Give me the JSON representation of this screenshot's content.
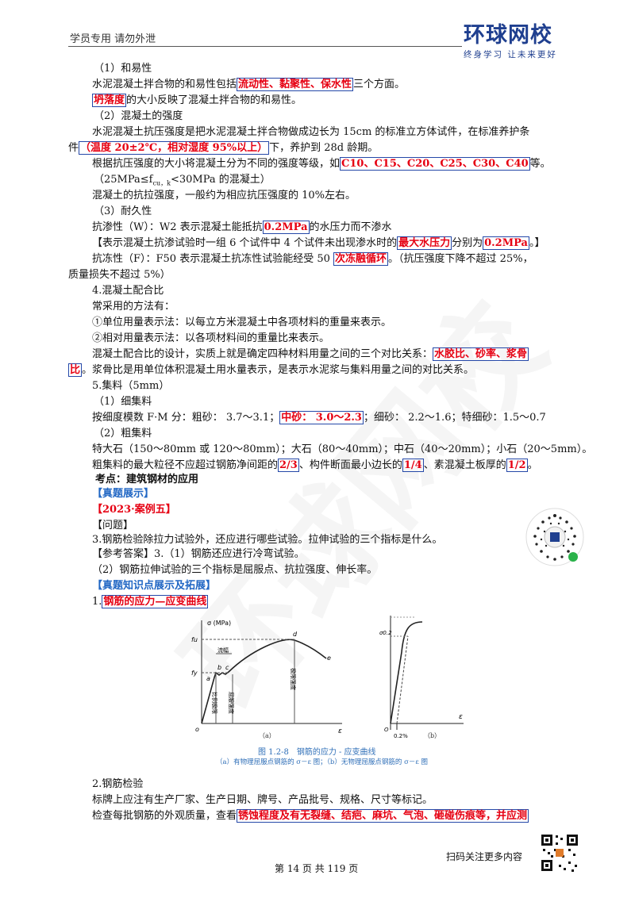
{
  "header": {
    "left_text": "学员专用 请勿外泄",
    "logo_text": "环球网校",
    "logo_slogan": "终身学习 让未来更好"
  },
  "lines": [
    {
      "segs": [
        {
          "t": "（1）和易性"
        }
      ]
    },
    {
      "segs": [
        {
          "t": "水泥混凝土拌合物的和易性包括"
        },
        {
          "t": "流动性、黏聚性、保水性",
          "s": "hl"
        },
        {
          "t": "三个方面。"
        }
      ]
    },
    {
      "segs": [
        {
          "t": "坍落度",
          "s": "hl"
        },
        {
          "t": "的大小反映了混凝土拌合物的和易性。"
        }
      ]
    },
    {
      "segs": [
        {
          "t": "（2）混凝土的强度"
        }
      ]
    },
    {
      "segs": [
        {
          "t": "水泥混凝土抗压强度是把水泥混凝土拌合物做成边长为 15cm 的标准立方体试件，在标准养护条"
        }
      ]
    },
    {
      "segs": [
        {
          "t": "件"
        },
        {
          "t": "（温度 20±2℃，相对湿度 95%以上）",
          "s": "hl"
        },
        {
          "t": "下，养护到 28d 龄期。"
        }
      ]
    },
    {
      "segs": [
        {
          "t": "根据抗压强度的大小将混凝土分为不同的强度等级，如"
        },
        {
          "t": "C10、C15、C20、C25、C30、C40",
          "s": "hl"
        },
        {
          "t": "等。"
        }
      ]
    },
    {
      "segs": [
        {
          "t": "（25MPa≤f"
        },
        {
          "t": "cu，k",
          "s": "sub"
        },
        {
          "t": "<30MPa 的混凝土）"
        }
      ]
    },
    {
      "segs": [
        {
          "t": "混凝土的抗拉强度，一般约为相应抗压强度的 10%左右。"
        }
      ]
    },
    {
      "segs": [
        {
          "t": "（3）耐久性"
        }
      ]
    },
    {
      "segs": [
        {
          "t": "抗渗性（W）：W2 表示混凝土能抵抗"
        },
        {
          "t": "0.2MPa",
          "s": "hl"
        },
        {
          "t": "的水压力而不渗水"
        }
      ]
    },
    {
      "segs": [
        {
          "t": "【表示混凝土抗渗试验时一组 6 个试件中 4 个试件未出现渗水时的"
        },
        {
          "t": "最大水压力",
          "s": "hl"
        },
        {
          "t": "分别为"
        },
        {
          "t": "0.2MPa",
          "s": "hl"
        },
        {
          "t": "。】"
        }
      ]
    },
    {
      "segs": [
        {
          "t": "抗冻性（F）：F50 表示混凝土抗冻性试验能经受 50 "
        },
        {
          "t": "次冻融循环",
          "s": "hl"
        },
        {
          "t": "。（抗压强度下降不超过 25%，"
        }
      ]
    },
    {
      "segs": [
        {
          "t": "质量损失不超过 5%）"
        }
      ]
    },
    {
      "segs": [
        {
          "t": "4.混凝土配合比"
        }
      ]
    },
    {
      "segs": [
        {
          "t": "常采用的方法有："
        }
      ]
    },
    {
      "segs": [
        {
          "t": "①单位用量表示法：以每立方米混凝土中各项材料的重量来表示。"
        }
      ]
    },
    {
      "segs": [
        {
          "t": "②相对用量表示法：以各项材料间的重量比来表示。"
        }
      ]
    },
    {
      "segs": [
        {
          "t": "混凝土配合比的设计，实质上就是确定四种材料用量之间的三个对比关系："
        },
        {
          "t": "水胶比、砂率、浆骨",
          "s": "hl"
        }
      ]
    },
    {
      "segs": [
        {
          "t": "比",
          "s": "hl"
        },
        {
          "t": "。浆骨比是用单位体积混凝土用水量表示，是表示水泥浆与集料用量之间的对比关系。"
        }
      ]
    },
    {
      "segs": [
        {
          "t": "5.集料（5mm）"
        }
      ]
    },
    {
      "segs": [
        {
          "t": "（1）细集料"
        }
      ]
    },
    {
      "segs": [
        {
          "t": "按细度模数 F·M 分：粗砂：  3.7～3.1；"
        },
        {
          "t": "中砂：  3.0～2.3",
          "s": "hl"
        },
        {
          "t": "；细砂：  2.2～1.6；特细砂：1.5～0.7"
        }
      ]
    },
    {
      "segs": [
        {
          "t": "（2）粗集料"
        }
      ]
    },
    {
      "segs": [
        {
          "t": "特大石（150～80mm 或 120～80mm）；大石（80～40mm）；中石（40～20mm）；小石（20～5mm）。"
        }
      ]
    },
    {
      "segs": [
        {
          "t": "粗集料的最大粒径不应超过钢筋净间距的"
        },
        {
          "t": "2/3",
          "s": "hl"
        },
        {
          "t": "、构件断面最小边长的"
        },
        {
          "t": "1/4",
          "s": "hl"
        },
        {
          "t": "、素混凝土板厚的"
        },
        {
          "t": "1/2",
          "s": "hl"
        },
        {
          "t": "。"
        }
      ]
    },
    {
      "segs": [
        {
          "t": "考点：建筑钢材的应用",
          "s": "bold"
        }
      ]
    },
    {
      "segs": [
        {
          "t": "【真题展示】",
          "s": "blue"
        }
      ]
    },
    {
      "segs": [
        {
          "t": "【2023·案例五】",
          "s": "red"
        }
      ]
    },
    {
      "segs": [
        {
          "t": "【问题】"
        }
      ]
    },
    {
      "segs": [
        {
          "t": "3.钢筋检验除拉力试验外，还应进行哪些试验。拉伸试验的三个指标是什么。"
        }
      ]
    },
    {
      "segs": [
        {
          "t": "【参考答案】3.（1）钢筋还应进行冷弯试验。"
        }
      ]
    },
    {
      "segs": [
        {
          "t": "（2）钢筋拉伸试验的三个指标是屈服点、抗拉强度、伸长率。"
        }
      ]
    },
    {
      "segs": [
        {
          "t": "【真题知识点展示及拓展】",
          "s": "blue"
        }
      ]
    },
    {
      "segs": [
        {
          "t": "1."
        },
        {
          "t": "钢筋的应力—应变曲线",
          "s": "hl"
        }
      ]
    }
  ],
  "lines2": [
    {
      "segs": [
        {
          "t": "2.钢筋检验"
        }
      ]
    },
    {
      "segs": [
        {
          "t": "标牌上应注有生产厂家、生产日期、牌号、产品批号、规格、尺寸等标记。"
        }
      ]
    },
    {
      "segs": [
        {
          "t": "检查每批钢筋的外观质量，查看"
        },
        {
          "t": "锈蚀程度及有无裂缝、结疤、麻坑、气泡、砸碰伤痕等，并应测",
          "s": "hl"
        }
      ]
    }
  ],
  "figure": {
    "a": {
      "ylabel": "σ (MPa)",
      "xlabel": "ε",
      "fu": "fu",
      "fy": "fy",
      "pt_d": "d",
      "pt_e": "e",
      "pt_b": "b",
      "pt_c": "c",
      "pt_a": "a",
      "origin": "o",
      "label_necking": "流幅",
      "label_prop": "比例极限",
      "label_yield": "屈服强度",
      "label_ult": "极限强度",
      "panel": "（a）"
    },
    "b": {
      "ylabel": "σ0.2",
      "xlabel": "ε",
      "offset": "0.2%",
      "origin": "O",
      "panel": "（b）"
    },
    "caption": "图 1.2-8　钢筋的应力 - 应变曲线",
    "subcaption": "（a）有物理屈服点钢筋的 σ－ε 图；（b）无物理屈服点钢筋的 σ－ε 图"
  },
  "footer": {
    "page": "第 14 页 共 119 页",
    "scan": "扫码关注更多内容"
  },
  "watermark": "环球网校"
}
